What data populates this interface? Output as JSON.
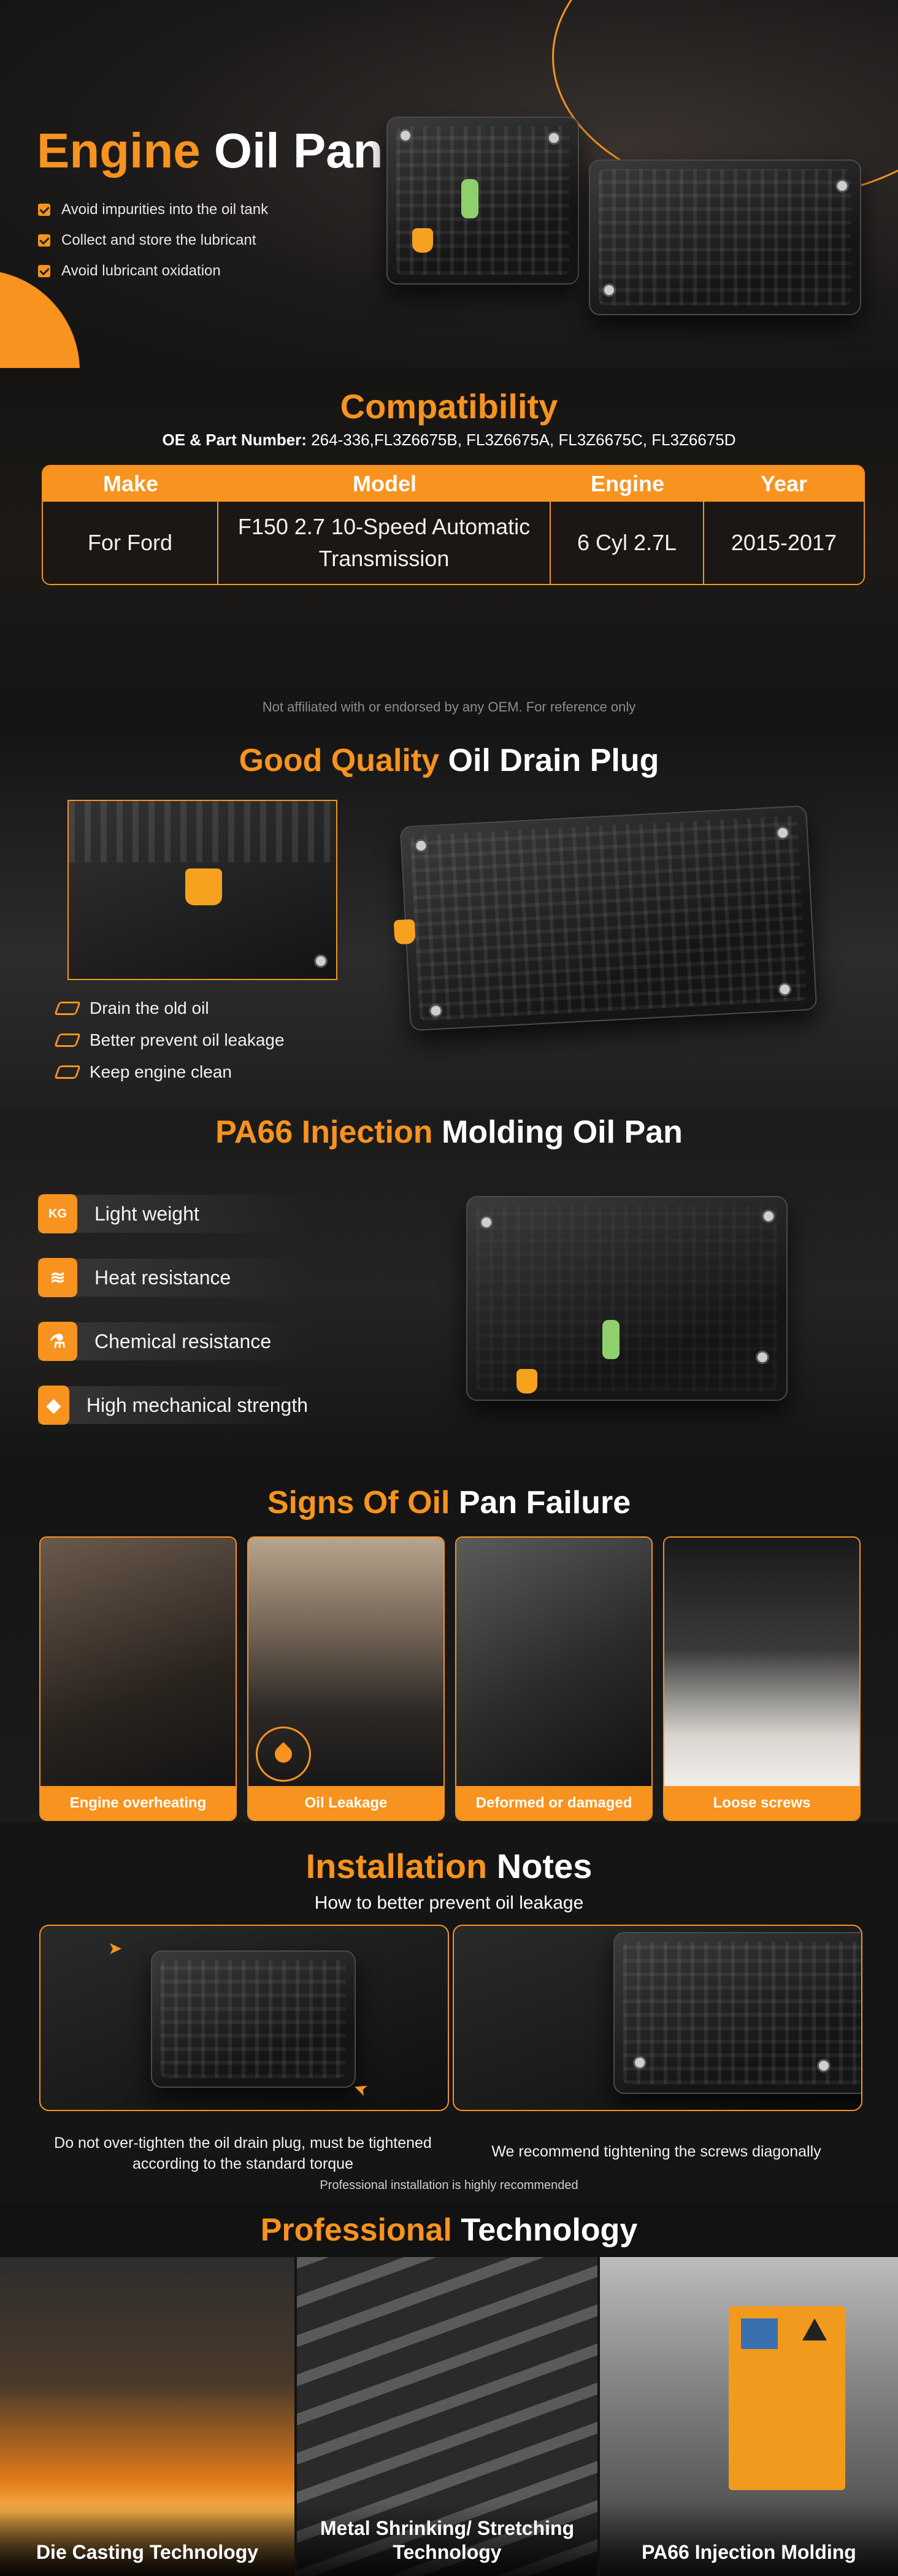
{
  "hero": {
    "title_accent": "Engine",
    "title_rest": "Oil Pan",
    "bullets": [
      "Avoid impurities into the oil tank",
      "Collect and store the lubricant",
      "Avoid lubricant oxidation"
    ]
  },
  "compatibility": {
    "title": "Compatibility",
    "oe_label": "OE & Part Number:",
    "oe_numbers": "264-336,FL3Z6675B, FL3Z6675A, FL3Z6675C, FL3Z6675D",
    "headers": [
      "Make",
      "Model",
      "Engine",
      "Year"
    ],
    "rows": [
      {
        "make": "For Ford",
        "model": "F150 2.7 10-Speed Automatic Transmission",
        "engine": "6 Cyl 2.7L",
        "year": "2015-2017"
      }
    ],
    "disclaimer": "Not affiliated with or endorsed by any OEM. For reference only"
  },
  "drain_plug": {
    "title_accent": "Good Quality",
    "title_rest": "Oil Drain Plug",
    "features": [
      "Drain the old oil",
      "Better prevent oil leakage",
      "Keep engine clean"
    ]
  },
  "pa66": {
    "title_accent": "PA66 Injection",
    "title_rest": "Molding Oil Pan",
    "features": [
      {
        "label": "Light weight",
        "icon": "weight-icon",
        "glyph": "KG"
      },
      {
        "label": "Heat resistance",
        "icon": "heat-icon",
        "glyph": "≋"
      },
      {
        "label": "Chemical resistance",
        "icon": "chemical-icon",
        "glyph": "⚗"
      },
      {
        "label": "High mechanical strength",
        "icon": "diamond-icon",
        "glyph": "◆"
      }
    ]
  },
  "signs": {
    "title_accent": "Signs Of Oil",
    "title_rest": "Pan Failure",
    "cards": [
      "Engine overheating",
      "Oil Leakage",
      "Deformed or damaged",
      "Loose screws"
    ]
  },
  "installation": {
    "title_accent": "Installation",
    "title_rest": "Notes",
    "subtitle": "How to better prevent oil leakage",
    "note_left": "Do not over-tighten the oil drain plug, must be tightened according to the standard torque",
    "note_right": "We recommend tightening the screws diagonally",
    "footer": "Professional installation is highly recommended"
  },
  "technology": {
    "title_accent": "Professional",
    "title_rest": "Technology",
    "items": [
      "Die Casting Technology",
      "Metal Shrinking/ Stretching Technology",
      "PA66 Injection Molding"
    ]
  },
  "colors": {
    "accent": "#f7931e",
    "background": "#141414",
    "text": "#ffffff"
  }
}
